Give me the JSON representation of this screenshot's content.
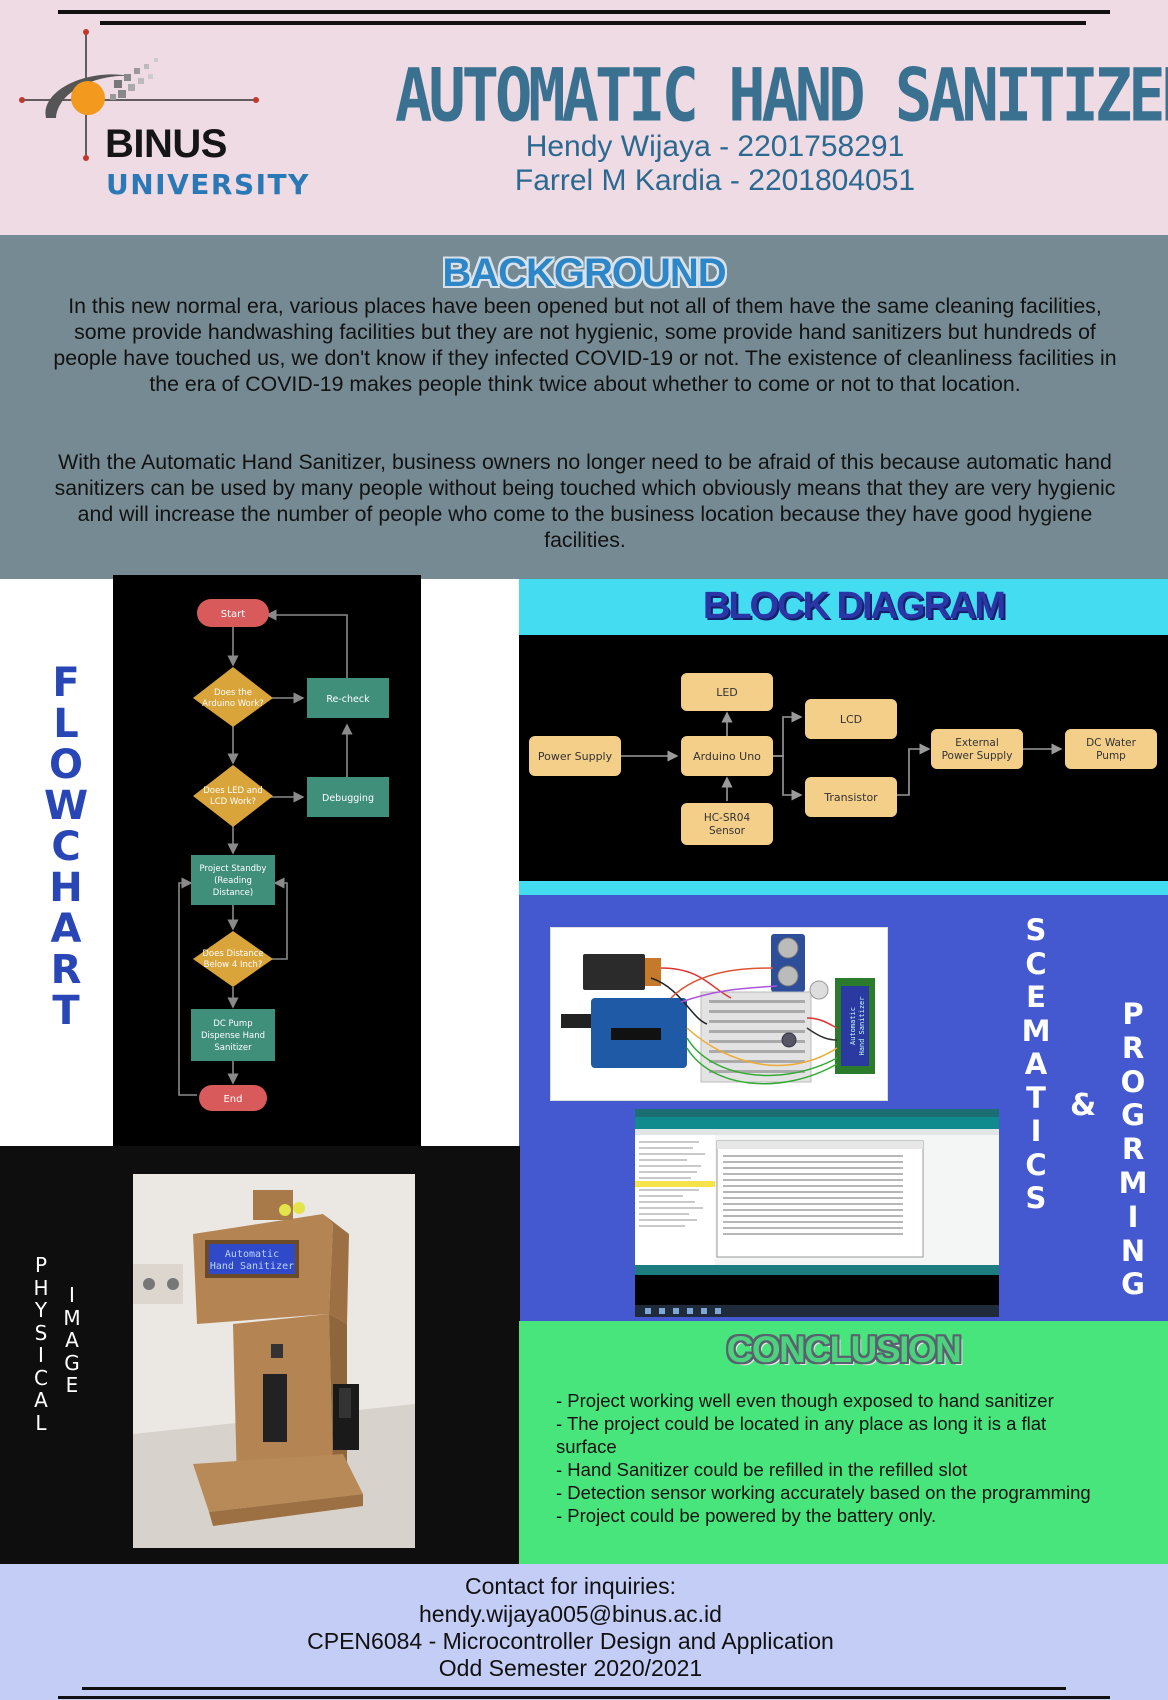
{
  "header": {
    "logo_word": "BINUS",
    "logo_sub": "UNIVERSITY",
    "title": "AUTOMATIC HAND SANITIZER",
    "authors": [
      "Hendy Wijaya - 2201758291",
      "Farrel M Kardia - 2201804051"
    ]
  },
  "background": {
    "title": "BACKGROUND",
    "paragraphs": [
      "In this new normal era, various places have been opened but not all of them have the same cleaning facilities, some provide handwashing facilities but they are not hygienic, some provide hand sanitizers but hundreds of people have touched us, we don't know if they infected COVID-19 or not. The existence of cleanliness facilities in the era of COVID-19 makes people think twice about whether to come or not to that location.",
      "With the Automatic Hand Sanitizer, business owners no longer need to be afraid of this because automatic hand sanitizers can be used by many people without being touched which obviously means that they are very hygienic and will increase the number of people who come to the business location because they have good hygiene facilities."
    ]
  },
  "flowchart": {
    "label": "FLOWCHART",
    "nodes": {
      "start": "Start",
      "q1": [
        "Does the",
        "Arduino Work?"
      ],
      "recheck": "Re-check",
      "q2": [
        "Does LED and",
        "LCD Work?"
      ],
      "debugging": "Debugging",
      "standby": [
        "Project Standby",
        "(Reading",
        "Distance)"
      ],
      "q3": [
        "Does Distance",
        "Below 4 Inch?"
      ],
      "pump": [
        "DC Pump",
        "Dispense Hand",
        "Sanitizer"
      ],
      "end": "End"
    }
  },
  "block_diagram": {
    "title": "BLOCK DIAGRAM",
    "blocks": {
      "led": "LED",
      "power_supply": "Power Supply",
      "arduino": "Arduino Uno",
      "lcd": "LCD",
      "ext_power": [
        "External",
        "Power Supply"
      ],
      "pump": [
        "DC Water",
        "Pump"
      ],
      "transistor": "Transistor",
      "sensor": [
        "HC-SR04",
        "Sensor"
      ]
    }
  },
  "schematics": {
    "label_1": "SCEMATICS",
    "amp": "&",
    "label_2": "PROGRMING",
    "lcd_text": [
      "Automatic",
      "Hand Sanitizer"
    ]
  },
  "physical": {
    "label_1": "PHYSICAL",
    "label_2": "IMAGE",
    "lcd_text": [
      "Automatic",
      "Hand Sanitizer"
    ]
  },
  "conclusion": {
    "title": "CONCLUSION",
    "items": [
      "- Project working well even though exposed to hand sanitizer",
      "- The project could be located in any place as long it is a flat",
      "surface",
      "- Hand Sanitizer could be refilled in the refilled slot",
      "- Detection sensor working accurately based on the programming",
      "- Project could be powered by the battery only."
    ]
  },
  "footer": {
    "contact_label": "Contact for inquiries:",
    "email": "hendy.wijaya005@binus.ac.id",
    "course": "CPEN6084 - Microcontroller Design and Application",
    "semester": "Odd Semester 2020/2021"
  },
  "colors": {
    "header_bg": "#eedbe4",
    "title_blue": "#3a7090",
    "background_bg": "#758a92",
    "block_header": "#44dcf0",
    "schematic_bg": "#4458d0",
    "conclusion_bg": "#47e57b",
    "footer_bg": "#c3cdf5",
    "flow_terminal": "#d95a5a",
    "flow_decision": "#d9a43a",
    "flow_process": "#3f8f7a",
    "block_fill": "#f4cf8a"
  }
}
